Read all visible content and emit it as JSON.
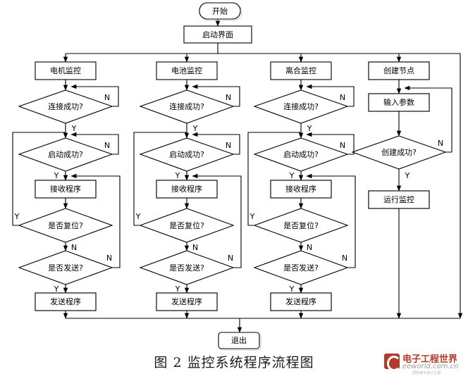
{
  "figure": {
    "caption": "图 2 监控系统程序流程图",
    "watermark": {
      "brand_cn": "电子工程世界",
      "brand_en": "eeworld.com.cn",
      "tagline": "领先电子设计之源",
      "logo_color": "#b33a2b"
    },
    "style": {
      "stroke": "#000000",
      "fill": "#ffffff",
      "bg": "#ffffff",
      "text": "#000000"
    }
  },
  "flowchart": {
    "type": "flowchart",
    "title": "图 2 监控系统程序流程图",
    "start": {
      "label": "开始",
      "shape": "terminator"
    },
    "init": {
      "label": "启动界面",
      "shape": "process"
    },
    "end": {
      "label": "退出",
      "shape": "terminator"
    },
    "branch_labels": {
      "yes": "Y",
      "no": "N"
    },
    "columns": [
      {
        "id": "motor",
        "head": "电机监控",
        "steps": [
          {
            "label": "连接成功?",
            "shape": "decision"
          },
          {
            "label": "启动成功?",
            "shape": "decision"
          },
          {
            "label": "接收程序",
            "shape": "process"
          },
          {
            "label": "是否复位?",
            "shape": "decision"
          },
          {
            "label": "是否发送?",
            "shape": "decision"
          },
          {
            "label": "发送程序",
            "shape": "process"
          }
        ]
      },
      {
        "id": "battery",
        "head": "电池监控",
        "steps": [
          {
            "label": "连接成功?",
            "shape": "decision"
          },
          {
            "label": "启动成功?",
            "shape": "decision"
          },
          {
            "label": "接收程序",
            "shape": "process"
          },
          {
            "label": "是否复位?",
            "shape": "decision"
          },
          {
            "label": "是否发送?",
            "shape": "decision"
          },
          {
            "label": "发送程序",
            "shape": "process"
          }
        ]
      },
      {
        "id": "clutch",
        "head": "离合监控",
        "steps": [
          {
            "label": "连接成功?",
            "shape": "decision"
          },
          {
            "label": "启动成功?",
            "shape": "decision"
          },
          {
            "label": "接收程序",
            "shape": "process"
          },
          {
            "label": "是否复位?",
            "shape": "decision"
          },
          {
            "label": "是否发送?",
            "shape": "decision"
          },
          {
            "label": "发送程序",
            "shape": "process"
          }
        ]
      },
      {
        "id": "node",
        "head": "创建节点",
        "steps": [
          {
            "label": "输入参数",
            "shape": "process"
          },
          {
            "label": "创建成功?",
            "shape": "decision"
          },
          {
            "label": "运行监控",
            "shape": "process"
          }
        ]
      }
    ]
  }
}
